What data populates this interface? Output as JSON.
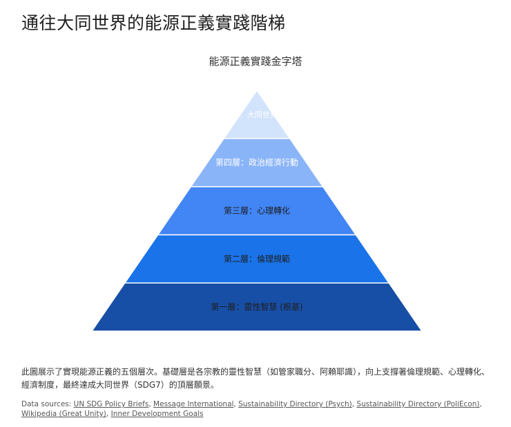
{
  "page": {
    "title": "通往大同世界的能源正義實踐階梯",
    "description": "此圖展示了實現能源正義的五個層次。基礎層是各宗教的靈性智慧（如管家職分、阿賴耶識），向上支撐著倫理規範、心理轉化、經濟制度，最終達成大同世界（SDG7）的頂層願景。"
  },
  "sources": {
    "label": "Data sources:",
    "links": [
      "UN SDG Policy Briefs",
      "Message International",
      "Sustainability Directory (Psych)",
      "Sustainability Directory (PoliEcon)",
      "Wikipedia (Great Unity)",
      "Inner Development Goals"
    ]
  },
  "chart_data": {
    "type": "pyramid",
    "title": "能源正義實踐金字塔",
    "levels": [
      {
        "label": "第一層：靈性智慧 (根基)",
        "color": "#174ea6",
        "text_color": "#1f1f1f"
      },
      {
        "label": "第二層：倫理規範",
        "color": "#1a73e8",
        "text_color": "#1f1f1f"
      },
      {
        "label": "第三層：心理轉化",
        "color": "#4285f4",
        "text_color": "#1f1f1f"
      },
      {
        "label": "第四層：政治經濟行動",
        "color": "#8ab4f8",
        "text_color": "#ffffff"
      },
      {
        "label": "第五層：大同世界 (The",
        "color": "#d2e3fc",
        "text_color": "#ffffff"
      }
    ]
  }
}
